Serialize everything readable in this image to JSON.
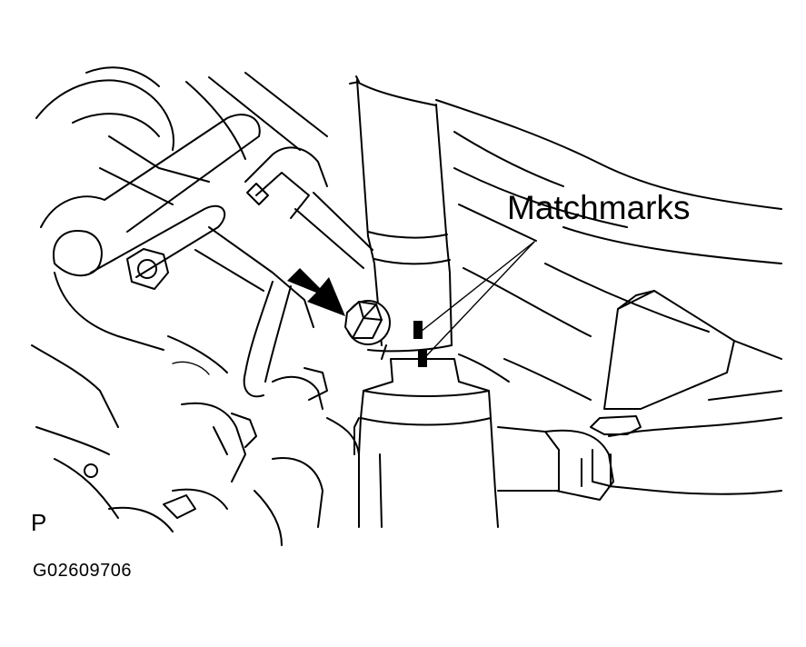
{
  "figure": {
    "callout_label": "Matchmarks",
    "view_code": "P",
    "figure_code": "G02609706"
  },
  "colors": {
    "line": "#000000",
    "background": "#ffffff"
  },
  "icons": [
    "arrow-pointer-icon"
  ]
}
